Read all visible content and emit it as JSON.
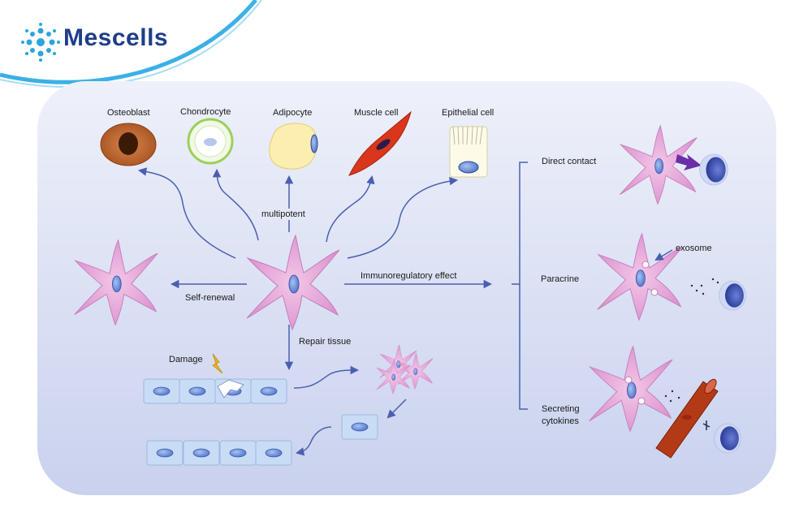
{
  "brand": {
    "name": "Mescells",
    "logo_icon": "cell-cluster-icon",
    "accent": "#1f3e8a",
    "swoosh": "#3bb0e6"
  },
  "differentiation": {
    "osteoblast": "Osteoblast",
    "chondrocyte": "Chondrocyte",
    "adipocyte": "Adipocyte",
    "muscle_cell": "Muscle cell",
    "epithelial_cell": "Epithelial cell",
    "multipotent": "multipotent"
  },
  "self_renewal": "Self-renewal",
  "immunoregulatory": "Immunoregulatory effect",
  "repair": {
    "label": "Repair tissue",
    "damage": "Damage"
  },
  "mechanisms": {
    "direct_contact": "Direct contact",
    "paracrine": "Paracrine",
    "exosome": "exosome",
    "secreting_line1": "Secreting",
    "secreting_line2": "cytokines"
  },
  "colors": {
    "panel": "#dde3f4",
    "arrow": "#4a5fb0",
    "cell": "#e6a9d8",
    "nucleus": "#6f8fd6"
  }
}
